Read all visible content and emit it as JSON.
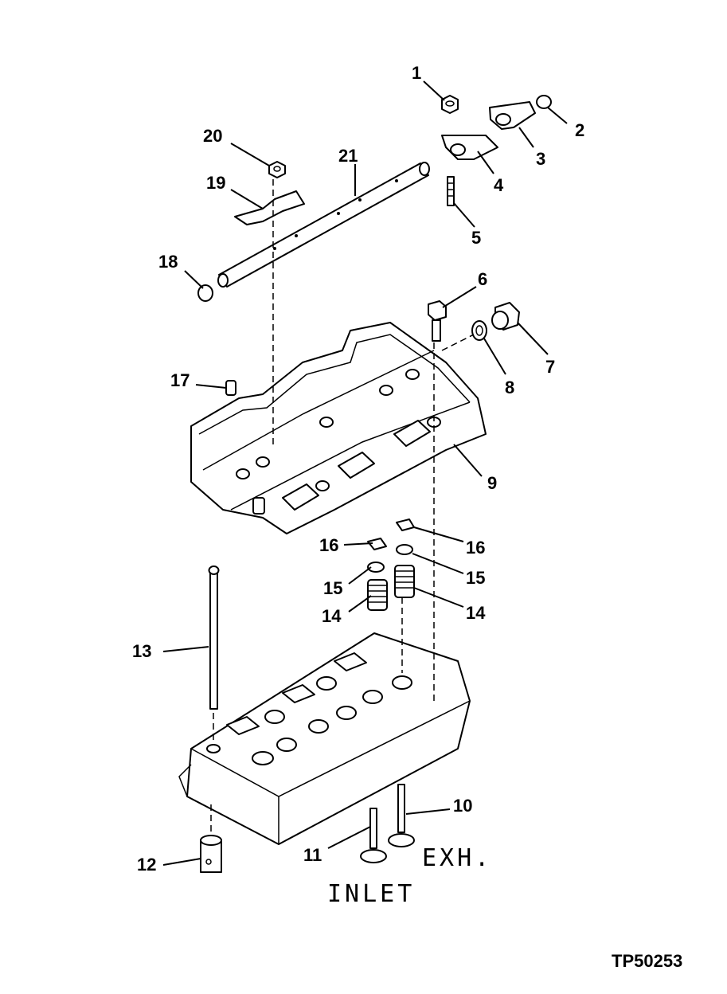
{
  "callouts": [
    "1",
    "2",
    "3",
    "4",
    "5",
    "6",
    "7",
    "8",
    "9",
    "10",
    "11",
    "12",
    "13",
    "14",
    "14",
    "15",
    "15",
    "16",
    "16",
    "17",
    "18",
    "19",
    "20",
    "21"
  ],
  "stencil": {
    "exhaust": "EXH.",
    "inlet": "INLET"
  },
  "figure_id": "TP50253"
}
